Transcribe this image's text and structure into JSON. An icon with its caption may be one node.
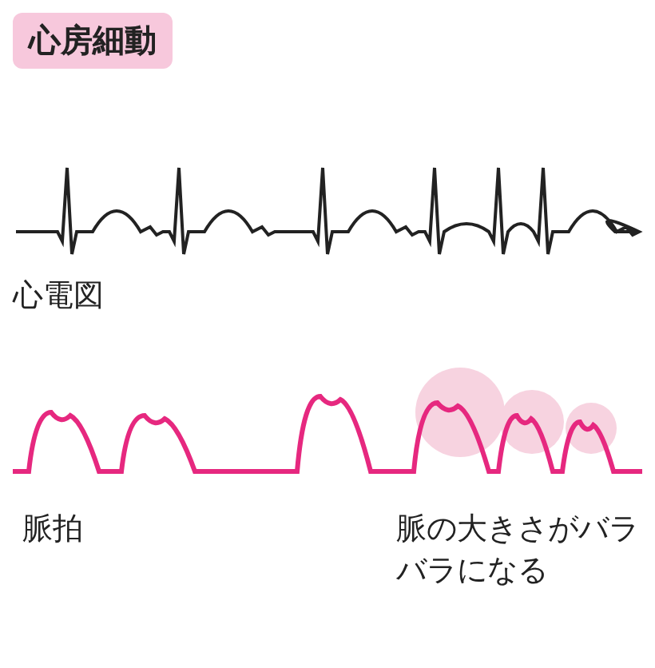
{
  "diagram": {
    "title": "心房細動",
    "labels": [
      "心電図",
      "脈拍",
      "脈の大きさがバラバラになる"
    ]
  }
}
